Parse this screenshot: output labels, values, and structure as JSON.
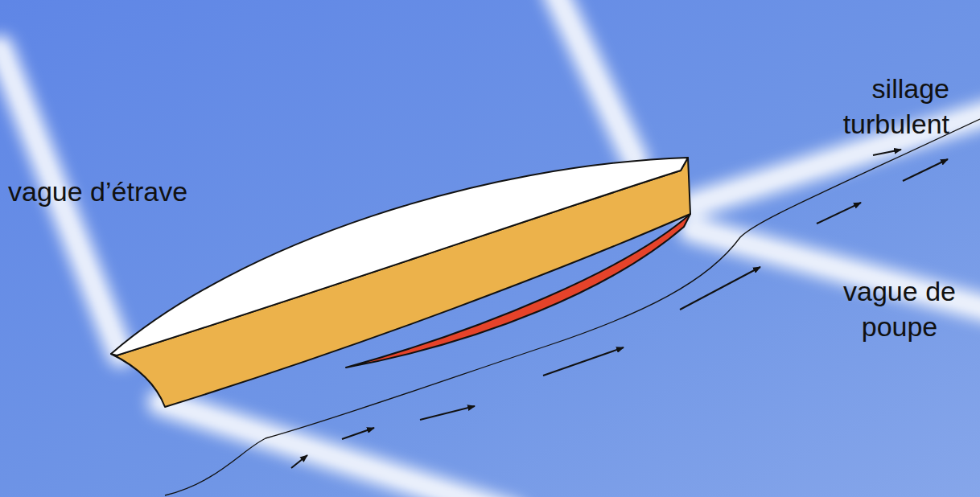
{
  "diagram": {
    "labels": [
      "vague d’étrave",
      "sillage turbulent",
      "vague de poupe"
    ]
  }
}
